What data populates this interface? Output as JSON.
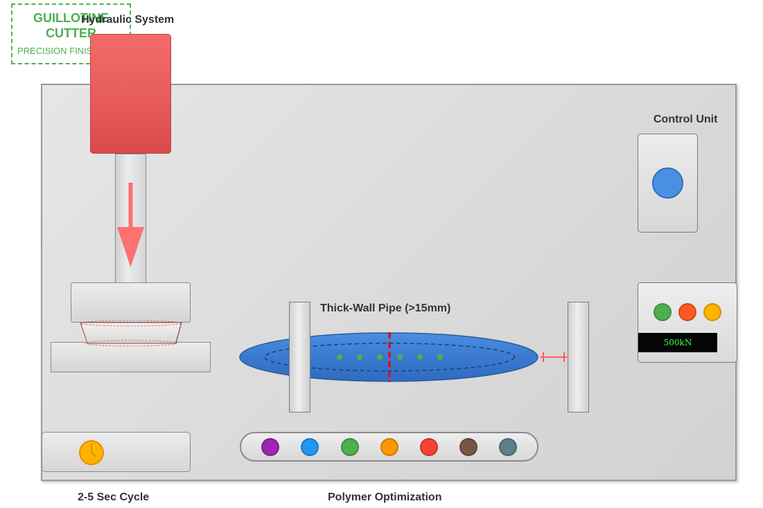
{
  "logo": {
    "title_line1": "GUILLOTINE",
    "title_line2": "CUTTER",
    "subtitle": "PRECISION FINISHING"
  },
  "labels": {
    "hydraulic": "Hydraulic System",
    "control_unit": "Control Unit",
    "pipe": "Thick-Wall Pipe (>15mm)",
    "cycle": "2-5 Sec Cycle",
    "polymer": "Polymer Optimization"
  },
  "display": {
    "readout": "500kN"
  },
  "colors": {
    "hydraulic": "#e85d5d",
    "arrow": "#ff7070",
    "pipe": "#3d7fd6",
    "cut_line": "#e01010",
    "control_button": "#4a90e2",
    "logo": "#4caf50"
  },
  "status_leds": [
    {
      "name": "green",
      "color": "#4caf50"
    },
    {
      "name": "orange",
      "color": "#ff5722"
    },
    {
      "name": "amber",
      "color": "#ffb300"
    }
  ],
  "polymer_colors": [
    "#9c27b0",
    "#2196f3",
    "#4caf50",
    "#ff9800",
    "#f44336",
    "#795548",
    "#607d8b"
  ],
  "icons": {
    "timer": "clock-icon",
    "force_arrow": "down-arrow-icon"
  }
}
